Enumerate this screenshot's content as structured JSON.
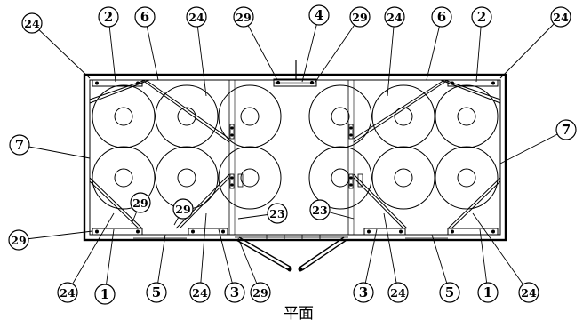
{
  "drawing": {
    "caption": "平面",
    "callouts": [
      "24",
      "2",
      "6",
      "24",
      "29",
      "4",
      "29",
      "24",
      "6",
      "2",
      "24",
      "7",
      "7",
      "29",
      "29",
      "29",
      "23",
      "23",
      "24",
      "1",
      "5",
      "24",
      "3",
      "29",
      "3",
      "24",
      "5",
      "1",
      "24"
    ]
  }
}
